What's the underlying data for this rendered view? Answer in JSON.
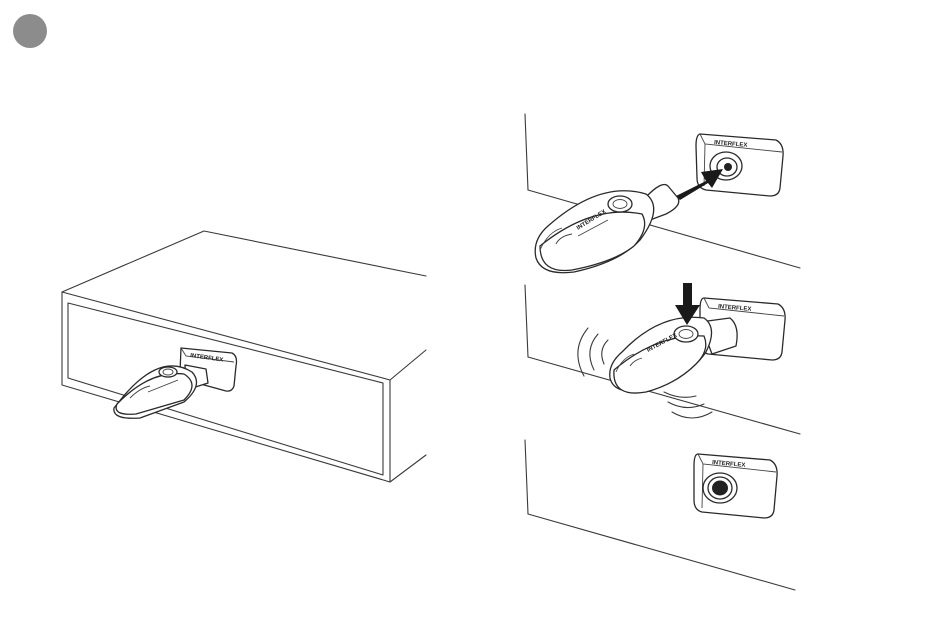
{
  "step_badge": {
    "color": "#8c8c8c"
  },
  "brand_label": "INTERFLEX",
  "colors": {
    "line": "#3a3a3a",
    "arrow": "#1a1a1a",
    "badge": "#8c8c8c"
  },
  "illustrations": {
    "left": {
      "subject": "drawer-with-key-inserted"
    },
    "right": [
      {
        "step": "insert-key",
        "arrow": "right"
      },
      {
        "step": "press-button",
        "arrow": "down",
        "vibration": true
      },
      {
        "step": "lock-cylinder-without-key"
      }
    ]
  }
}
